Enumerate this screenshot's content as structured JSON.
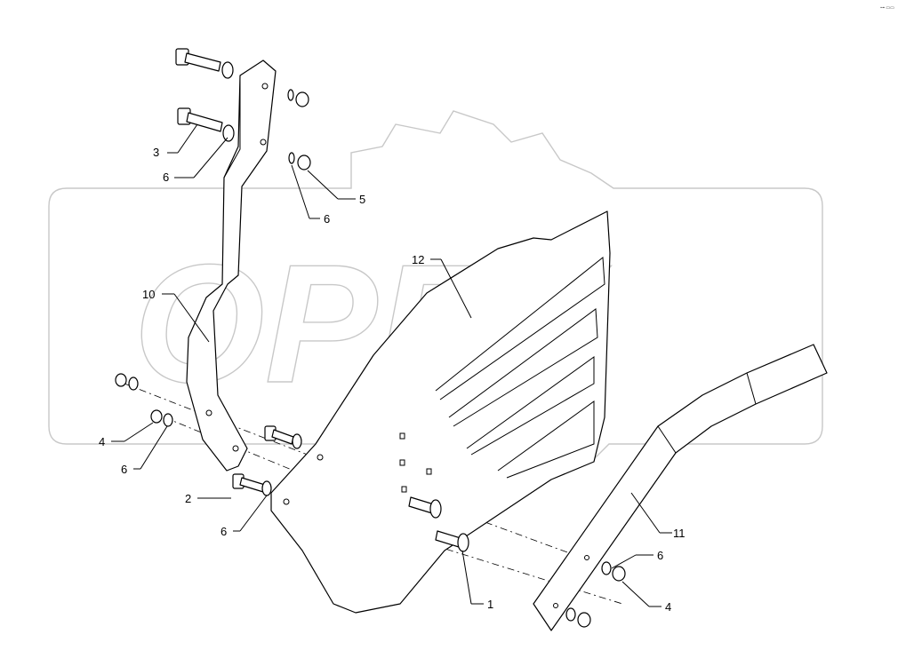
{
  "diagram": {
    "watermark_text": "OPEX",
    "corner_mark": "⊶ ▭▭",
    "callouts": {
      "c1": "1",
      "c2": "2",
      "c3": "3",
      "c4a": "4",
      "c4b": "4",
      "c5": "5",
      "c6a": "6",
      "c6b": "6",
      "c6c": "6",
      "c6d": "6",
      "c6e": "6",
      "c10": "10",
      "c11": "11",
      "c12": "12"
    }
  }
}
